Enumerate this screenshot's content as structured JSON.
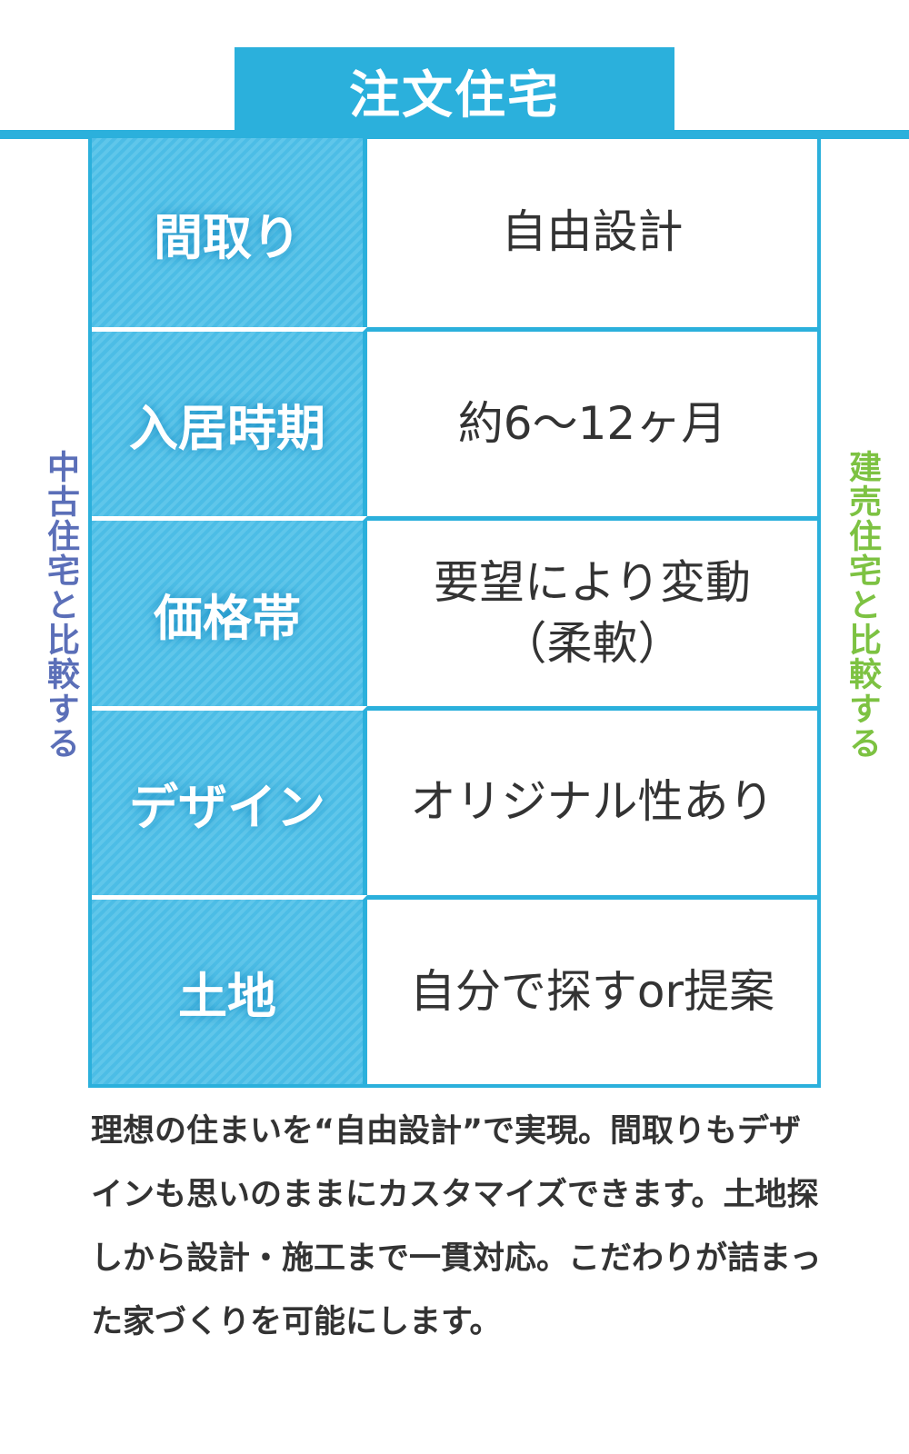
{
  "title": "注文住宅",
  "side_left": "中古住宅と比較する",
  "side_right": "建売住宅と比較する",
  "rows": [
    {
      "label": "間取り",
      "value": [
        "自由設計"
      ]
    },
    {
      "label": "入居時期",
      "value": [
        "約6〜12ヶ月"
      ]
    },
    {
      "label": "価格帯",
      "value": [
        "要望により変動",
        "（柔軟）"
      ]
    },
    {
      "label": "デザイン",
      "value": [
        "オリジナル性あり"
      ]
    },
    {
      "label": "土地",
      "value": [
        "自分で探すor提案"
      ]
    }
  ],
  "description": "理想の住まいを“自由設計”で実現。間取りもデザインも思いのままにカスタマイズできます。土地探しから設計・施工まで一貫対応。こだわりが詰まった家づくりを可能にします。",
  "colors": {
    "accent": "#2bb0dc",
    "left_link": "#5b6fb8",
    "right_link": "#7dc242"
  }
}
